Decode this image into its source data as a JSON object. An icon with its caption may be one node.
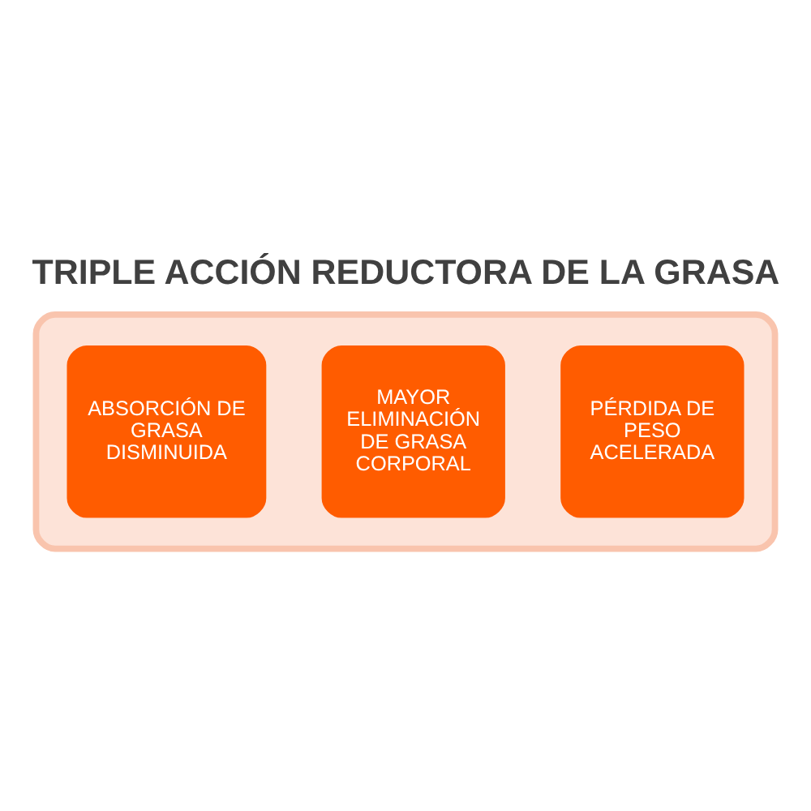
{
  "diagram": {
    "title": "TRIPLE ACCIÓN REDUCTORA DE LA GRASA",
    "nodes": [
      {
        "text": [],
        "shape": "arrow"
      },
      {
        "text": [
          "ABSORCIÓN DE GRASA DISMINUIDA"
        ],
        "in": 0
      },
      {
        "text": [
          "MAYOR ELIMINACIÓN DE GRASA CORPORAL"
        ],
        "in": 0
      },
      {
        "text": [
          "PÉRDIDA DE PESO ACELERADA"
        ],
        "in": 0
      }
    ],
    "edges": []
  }
}
